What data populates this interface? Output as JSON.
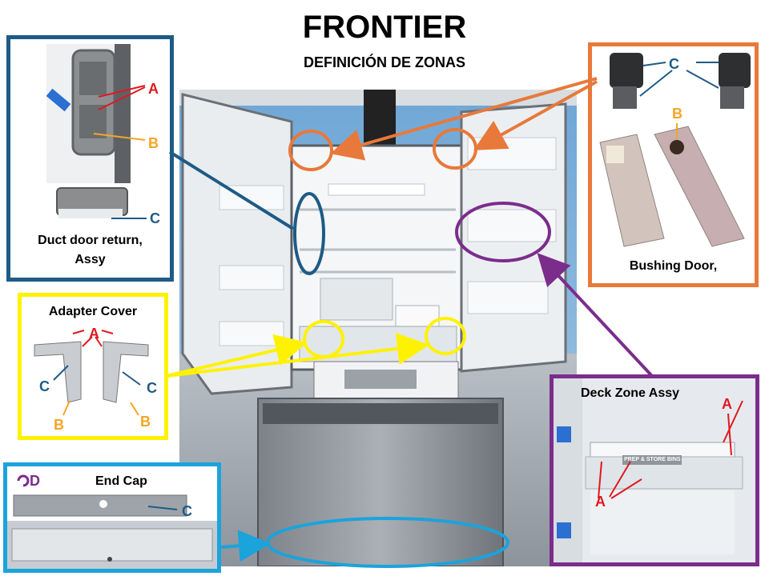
{
  "header": {
    "title": "FRONTIER",
    "subtitle": "DEFINICIÓN DE ZONAS"
  },
  "panels": {
    "duct": {
      "label_line1": "Duct door return,",
      "label_line2": "Assy",
      "markers": [
        "A",
        "B",
        "C"
      ]
    },
    "bushing": {
      "label": "Bushing Door,",
      "markers": [
        "C",
        "B"
      ]
    },
    "adapter": {
      "label": "Adapter Cover",
      "markers": [
        "A",
        "C",
        "C",
        "B",
        "B"
      ]
    },
    "deck": {
      "label": "Deck Zone Assy",
      "markers": [
        "A",
        "A"
      ],
      "bin_text": "PREP & STORE BINS"
    },
    "endcap": {
      "label": "End Cap",
      "markers": [
        "D",
        "C"
      ],
      "rotate_icon": "rotate-arrow-icon"
    }
  },
  "colors": {
    "duct": "#1e5b86",
    "bushing": "#e8793a",
    "adapter": "#fff200",
    "deck": "#7b2d8c",
    "endcap": "#1ba3dc",
    "marker_red": "#e0191e",
    "marker_orange": "#f5a623"
  }
}
